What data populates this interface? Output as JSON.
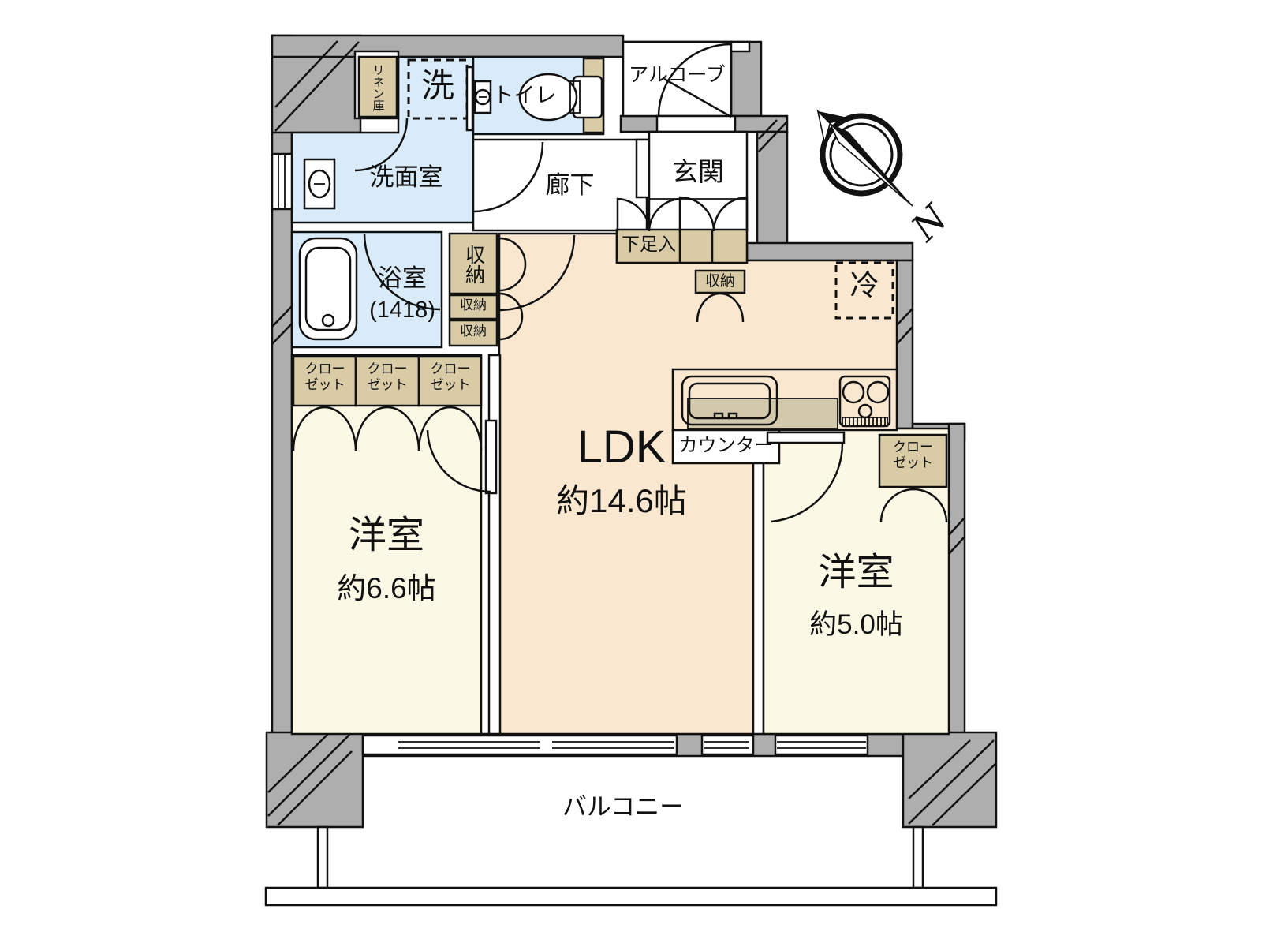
{
  "title": "2LDK floor plan",
  "colors": {
    "wall_gray": "#AEAEAE",
    "wet_blue": "#D9EBF8",
    "ldk_peach": "#FAE7D0",
    "room_cream": "#FCF8E6",
    "storage_tan": "#D8CBA6",
    "counter_band": "#D2C8AB",
    "line_black": "#111111"
  },
  "rooms": {
    "washroom": {
      "label": "洗面室"
    },
    "laundry": {
      "label": "洗"
    },
    "linen": {
      "label": "リネン庫"
    },
    "toilet": {
      "label": "トイレ"
    },
    "alcove": {
      "label": "アルコーブ"
    },
    "hallway": {
      "label": "廊下"
    },
    "entrance": {
      "label": "玄関"
    },
    "shoe_box": {
      "label": "下足入"
    },
    "entrance_storage": {
      "label": "収納"
    },
    "bathroom": {
      "label": "浴室",
      "size": "(1418)"
    },
    "storage_tall": {
      "label": "収納"
    },
    "storage_mid": {
      "label": "収納"
    },
    "storage_low": {
      "label": "収納"
    },
    "fridge": {
      "label": "冷"
    },
    "ldk": {
      "label": "LDK",
      "size": "約14.6帖"
    },
    "counter": {
      "label": "カウンター"
    },
    "western1": {
      "label": "洋室",
      "size": "約6.6帖"
    },
    "western2": {
      "label": "洋室",
      "size": "約5.0帖"
    },
    "balcony": {
      "label": "バルコニー"
    }
  },
  "closets": [
    {
      "line1": "クロー",
      "line2": "ゼット"
    },
    {
      "line1": "クロー",
      "line2": "ゼット"
    },
    {
      "line1": "クロー",
      "line2": "ゼット"
    },
    {
      "line1": "クロー",
      "line2": "ゼット"
    }
  ],
  "compass": {
    "north": "N"
  }
}
